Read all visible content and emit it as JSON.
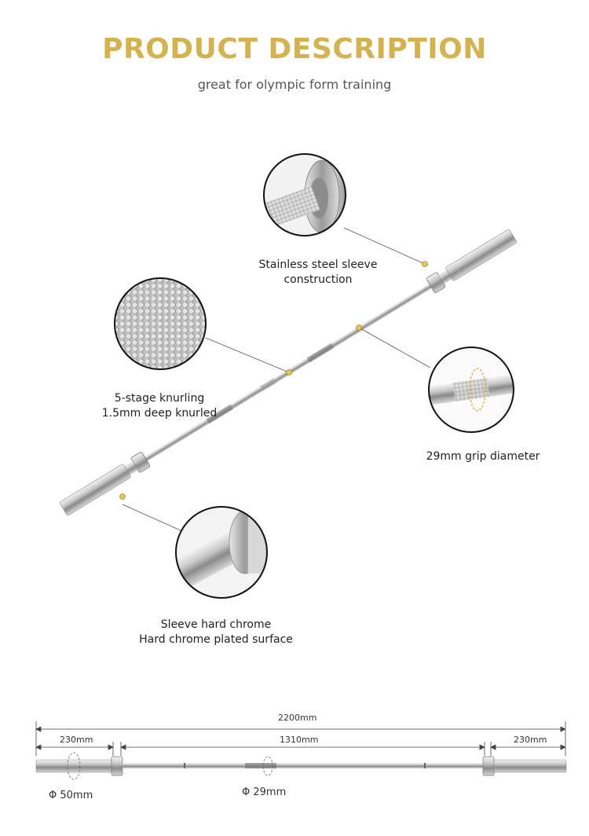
{
  "header": {
    "title": "PRODUCT DESCRIPTION",
    "subtitle": "great for olympic form training"
  },
  "callouts": {
    "sleeve_steel": {
      "line1": "Stainless steel sleeve",
      "line2": "construction"
    },
    "knurling": {
      "line1": "5-stage knurling",
      "line2": "1.5mm deep knurled"
    },
    "grip": {
      "line1": "29mm grip diameter"
    },
    "chrome": {
      "line1": "Sleeve hard chrome",
      "line2": "Hard chrome plated surface"
    }
  },
  "dimensions": {
    "total": "2200mm",
    "left_sleeve": "230mm",
    "shaft": "1310mm",
    "right_sleeve": "230mm",
    "sleeve_diameter": "50mm",
    "grip_diameter": "29mm",
    "phi_symbol": "Φ"
  },
  "colors": {
    "title_gold": "#d4b34e",
    "dot_yellow": "#e6c84a"
  }
}
